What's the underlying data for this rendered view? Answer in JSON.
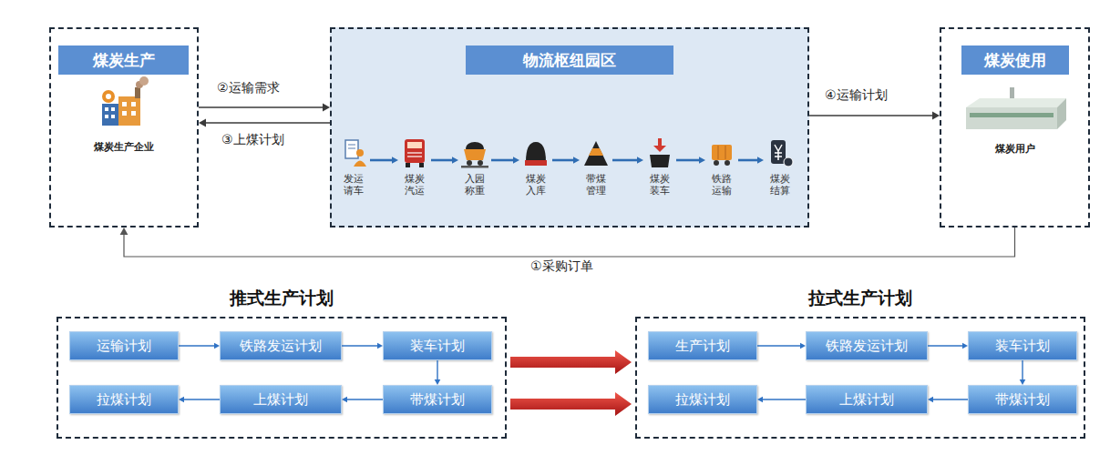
{
  "diagram": {
    "nodes": [
      {
        "text": [
          "煤炭生产",
          "煤炭生产企业"
        ]
      },
      {
        "text": [
          "物流枢纽园区"
        ]
      },
      {
        "text": [
          "发运 请车"
        ],
        "in": 1
      },
      {
        "text": [
          "煤炭 汽运"
        ],
        "in": 1
      },
      {
        "text": [
          "入园 称重"
        ],
        "in": 1
      },
      {
        "text": [
          "煤炭 入库"
        ],
        "in": 1
      },
      {
        "text": [
          "带煤 管理"
        ],
        "in": 1
      },
      {
        "text": [
          "煤炭 装车"
        ],
        "in": 1
      },
      {
        "text": [
          "铁路 运输"
        ],
        "in": 1
      },
      {
        "text": [
          "煤炭 结算"
        ],
        "in": 1
      },
      {
        "text": [
          "煤炭使用",
          "煤炭用户"
        ]
      },
      {
        "text": [
          "推式生产计划"
        ]
      },
      {
        "text": [
          "运输计划"
        ],
        "in": 11
      },
      {
        "text": [
          "铁路发运计划"
        ],
        "in": 11
      },
      {
        "text": [
          "装车计划"
        ],
        "in": 11
      },
      {
        "text": [
          "带煤计划"
        ],
        "in": 11
      },
      {
        "text": [
          "上煤计划"
        ],
        "in": 11
      },
      {
        "text": [
          "拉煤计划"
        ],
        "in": 11
      },
      {
        "text": [
          "拉式生产计划"
        ]
      },
      {
        "text": [
          "生产计划"
        ],
        "in": 18
      },
      {
        "text": [
          "铁路发运计划"
        ],
        "in": 18
      },
      {
        "text": [
          "装车计划"
        ],
        "in": 18
      },
      {
        "text": [
          "带煤计划"
        ],
        "in": 18
      },
      {
        "text": [
          "上煤计划"
        ],
        "in": 18
      },
      {
        "text": [
          "拉煤计划"
        ],
        "in": 18
      }
    ],
    "edges": [
      {
        "from": 10,
        "to": 0,
        "label": "①采购订单",
        "arrow": "to"
      },
      {
        "from": 0,
        "to": 1,
        "label": "②运输需求",
        "arrow": "to"
      },
      {
        "from": 1,
        "to": 0,
        "label": "③上煤计划",
        "arrow": "to"
      },
      {
        "from": 1,
        "to": 10,
        "label": "④运输计划",
        "arrow": "to"
      },
      {
        "from": 2,
        "to": 3,
        "arrow": "to"
      },
      {
        "from": 3,
        "to": 4,
        "arrow": "to"
      },
      {
        "from": 4,
        "to": 5,
        "arrow": "to"
      },
      {
        "from": 5,
        "to": 6,
        "arrow": "to"
      },
      {
        "from": 6,
        "to": 7,
        "arrow": "to"
      },
      {
        "from": 7,
        "to": 8,
        "arrow": "to"
      },
      {
        "from": 8,
        "to": 9,
        "arrow": "to"
      },
      {
        "from": 12,
        "to": 13,
        "arrow": "to"
      },
      {
        "from": 13,
        "to": 14,
        "arrow": "to"
      },
      {
        "from": 14,
        "to": 15,
        "arrow": "to"
      },
      {
        "from": 15,
        "to": 16,
        "arrow": "to"
      },
      {
        "from": 16,
        "to": 17,
        "arrow": "to"
      },
      {
        "from": 19,
        "to": 20,
        "arrow": "to"
      },
      {
        "from": 20,
        "to": 21,
        "arrow": "to"
      },
      {
        "from": 21,
        "to": 22,
        "arrow": "to"
      },
      {
        "from": 22,
        "to": 23,
        "arrow": "to"
      },
      {
        "from": 23,
        "to": 24,
        "arrow": "to"
      },
      {
        "from": 11,
        "to": 18,
        "arrow": "to"
      },
      {
        "from": 11,
        "to": 18,
        "arrow": "to"
      }
    ]
  }
}
